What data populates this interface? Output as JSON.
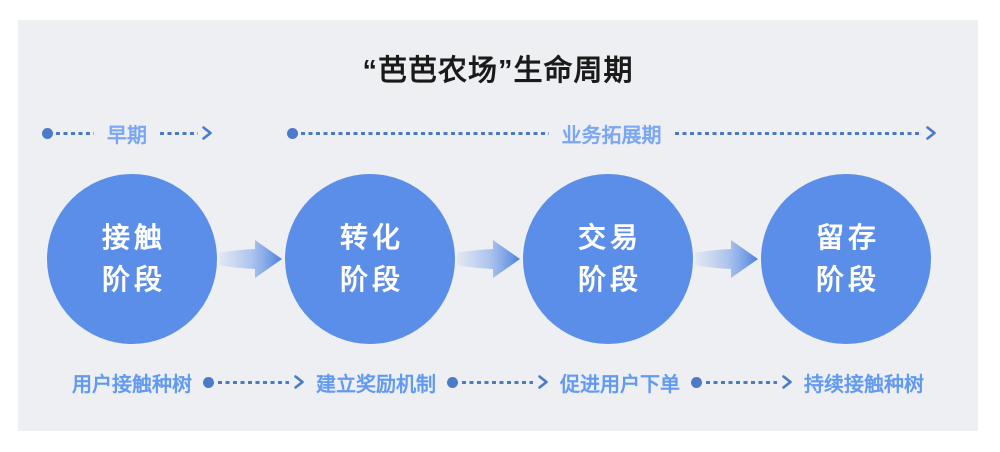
{
  "title": "“芭芭农场”生命周期",
  "timeline": {
    "early_label": "早期",
    "expansion_label": "业务拓展期"
  },
  "stages": [
    {
      "name": "接触阶段",
      "line1": "接触",
      "line2": "阶段"
    },
    {
      "name": "转化阶段",
      "line1": "转化",
      "line2": "阶段"
    },
    {
      "name": "交易阶段",
      "line1": "交易",
      "line2": "阶段"
    },
    {
      "name": "留存阶段",
      "line1": "留存",
      "line2": "阶段"
    }
  ],
  "actions": [
    {
      "label": "用户接触种树"
    },
    {
      "label": "建立奖励机制"
    },
    {
      "label": "促进用户下单"
    },
    {
      "label": "持续接触种树"
    }
  ],
  "icons": {
    "timeline_start": "solid-dot",
    "timeline_end": "chevron-right",
    "stage_connector": "gradient-arrow-right"
  },
  "colors": {
    "page_background": "#ffffff",
    "panel_background": "#edeff3",
    "title_text": "#1a1a1a",
    "circle_fill": "#5b8ee9",
    "circle_text": "#ffffff",
    "dash_line": "#4b7ac8",
    "timeline_label": "#7aa6f3",
    "action_label": "#639af1",
    "stage_arrow_gradient_start": "#e6ebf4",
    "stage_arrow_gradient_end": "#4a80de"
  }
}
